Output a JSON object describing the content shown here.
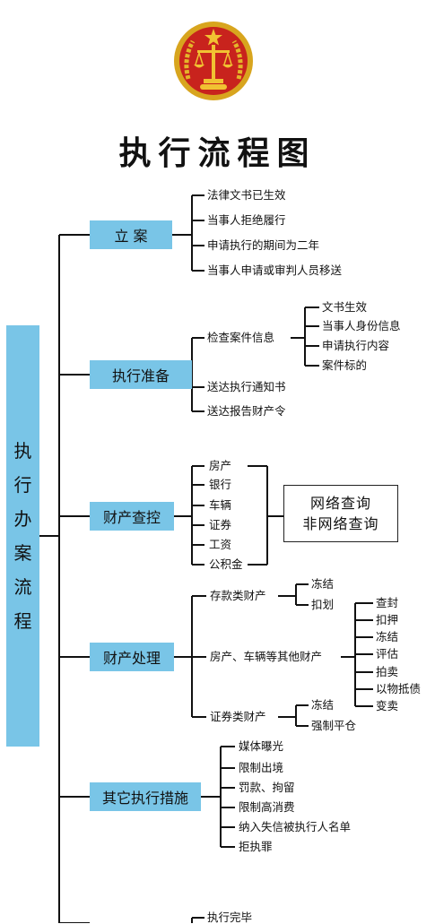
{
  "title": "执行流程图",
  "root": "执行办案流程",
  "stages": [
    {
      "name": "立 案",
      "items": [
        "法律文书已生效",
        "当事人拒绝履行",
        "申请执行的期间为二年",
        "当事人申请或审判人员移送"
      ]
    },
    {
      "name": "执行准备",
      "items": [
        {
          "label": "检查案件信息",
          "children": [
            "文书生效",
            "当事人身份信息",
            "申请执行内容",
            "案件标的"
          ]
        },
        "送达执行通知书",
        "送达报告财产令"
      ]
    },
    {
      "name": "财产查控",
      "items": [
        "房产",
        "银行",
        "车辆",
        "证券",
        "工资",
        "公积金"
      ],
      "query_methods": [
        "网络查询",
        "非网络查询"
      ]
    },
    {
      "name": "财产处理",
      "items": [
        {
          "label": "存款类财产",
          "children": [
            "冻结",
            "扣划"
          ]
        },
        {
          "label": "房产、车辆等其他财产",
          "children": [
            "查封",
            "扣押",
            "冻结",
            "评估",
            "拍卖",
            "以物抵债",
            "变卖"
          ]
        },
        {
          "label": "证券类财产",
          "children": [
            "冻结",
            "强制平仓"
          ]
        }
      ]
    },
    {
      "name": "其它执行措施",
      "items": [
        "媒体曝光",
        "限制出境",
        "罚款、拘留",
        "限制高消费",
        "纳入失信被执行人名单",
        "拒执罪"
      ]
    },
    {
      "name": "",
      "items": [
        "执行完毕"
      ]
    }
  ]
}
